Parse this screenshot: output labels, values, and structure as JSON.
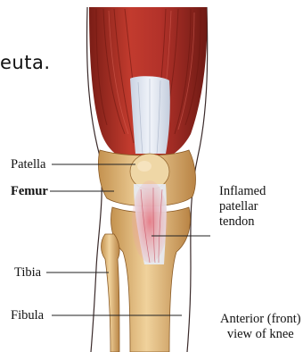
{
  "fragment_text": "euta.",
  "labels": {
    "patella": "Patella",
    "femur": "Femur",
    "tibia": "Tibia",
    "fibula": "Fibula"
  },
  "inflamed": {
    "line1": "Inflamed",
    "line2": "patellar",
    "line3": "tendon"
  },
  "view": {
    "line1": "Anterior (front)",
    "line2": "view of knee"
  },
  "colors": {
    "muscle": "#b8322a",
    "tendon": "#dde4ef",
    "bone": "#e6c08a",
    "inflamed": "#e88a8f"
  }
}
